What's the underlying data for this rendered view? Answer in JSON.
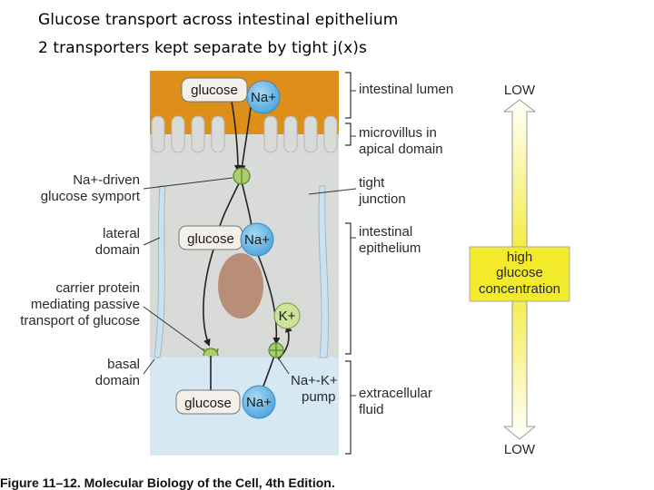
{
  "title_line1": "Glucose transport across intestinal epithelium",
  "title_line2": "2 transporters kept separate by tight j(x)s",
  "molecules": {
    "glucose": "glucose",
    "na_plus": "Na+",
    "k_plus": "K+"
  },
  "left_labels": {
    "symport_l1": "Na+-driven",
    "symport_l2": "glucose symport",
    "lateral_l1": "lateral",
    "lateral_l2": "domain",
    "carrier_l1": "carrier protein",
    "carrier_l2": "mediating passive",
    "carrier_l3": "transport of glucose",
    "basal_l1": "basal",
    "basal_l2": "domain"
  },
  "right_labels": {
    "lumen": "intestinal lumen",
    "microvillus_l1": "microvillus in",
    "microvillus_l2": "apical domain",
    "tight_l1": "tight",
    "tight_l2": "junction",
    "epithelium_l1": "intestinal",
    "epithelium_l2": "epithelium",
    "pump_l1": "Na+-K+",
    "pump_l2": "pump",
    "ecf_l1": "extracellular",
    "ecf_l2": "fluid"
  },
  "gradient": {
    "top": "LOW",
    "bottom": "LOW",
    "box_l1": "high",
    "box_l2": "glucose",
    "box_l3": "concentration"
  },
  "caption": "Figure 11–12. Molecular Biology of the Cell, 4th Edition.",
  "colors": {
    "lumen": "#dd8f1a",
    "cell": "#d9dbd8",
    "fluid": "#d6e8f3",
    "nucleus": "#b88e78",
    "na_ion": "#5aaee0",
    "k_ion": "#cde39a",
    "gradient": "#f2ea2a"
  }
}
